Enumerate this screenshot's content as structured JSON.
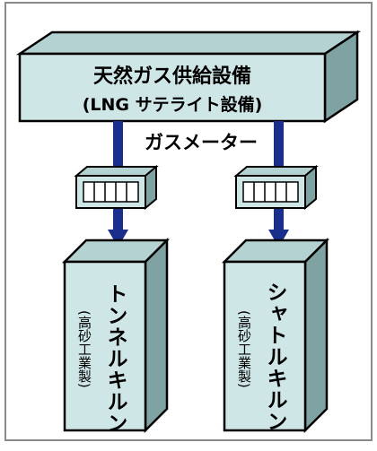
{
  "supply_box": {
    "line1": "天然ガス供給設備",
    "line2": "(LNG サテライト設備)"
  },
  "meter_label": "ガスメーター",
  "kilns": [
    {
      "name": "トンネルキルン",
      "maker": "(高砂工業製)"
    },
    {
      "name": "シャトルキルン",
      "maker": "(高砂工業製)"
    }
  ],
  "colors": {
    "box_fill": "#cfe6e6",
    "box_dark": "#93b8b8",
    "box_side": "#7fa3a3",
    "pipe": "#1a2e8c",
    "outline": "#000000",
    "frame": "#8a8a8a"
  }
}
